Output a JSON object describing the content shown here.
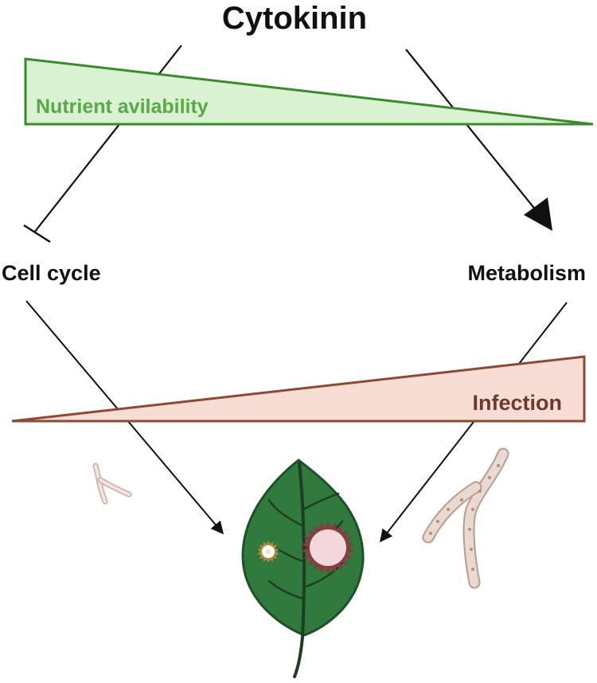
{
  "title": "Cytokinin",
  "nodes": {
    "left": "Cell cycle",
    "right": "Metabolism"
  },
  "gradients": {
    "nutrient": {
      "label": "Nutrient avilability",
      "fill": "#d9f2d2",
      "stroke": "#3b8a2e",
      "text_color": "#5aa845"
    },
    "infection": {
      "label": "Infection",
      "fill": "#f7ddd3",
      "stroke": "#8a4a35",
      "text_color": "#6b3a2a"
    }
  },
  "relations": [
    {
      "from": "Cytokinin",
      "to": "Cell cycle",
      "type": "inhibition"
    },
    {
      "from": "Cytokinin",
      "to": "Metabolism",
      "type": "activation"
    },
    {
      "from": "Cell cycle",
      "to": "leaf",
      "type": "arrow"
    },
    {
      "from": "Metabolism",
      "to": "leaf",
      "type": "arrow"
    }
  ],
  "icons": [
    "leaf-icon",
    "fungal-lesion-icon",
    "spore-icon",
    "hyphae-icon"
  ],
  "colors": {
    "text": "#111111",
    "leaf": "#2f7a3c",
    "leaf_vein": "#1f3d23",
    "lesion": "#f2d7dc",
    "lesion_border": "#8b3a3f",
    "hyphae": "#e6d3c9"
  }
}
